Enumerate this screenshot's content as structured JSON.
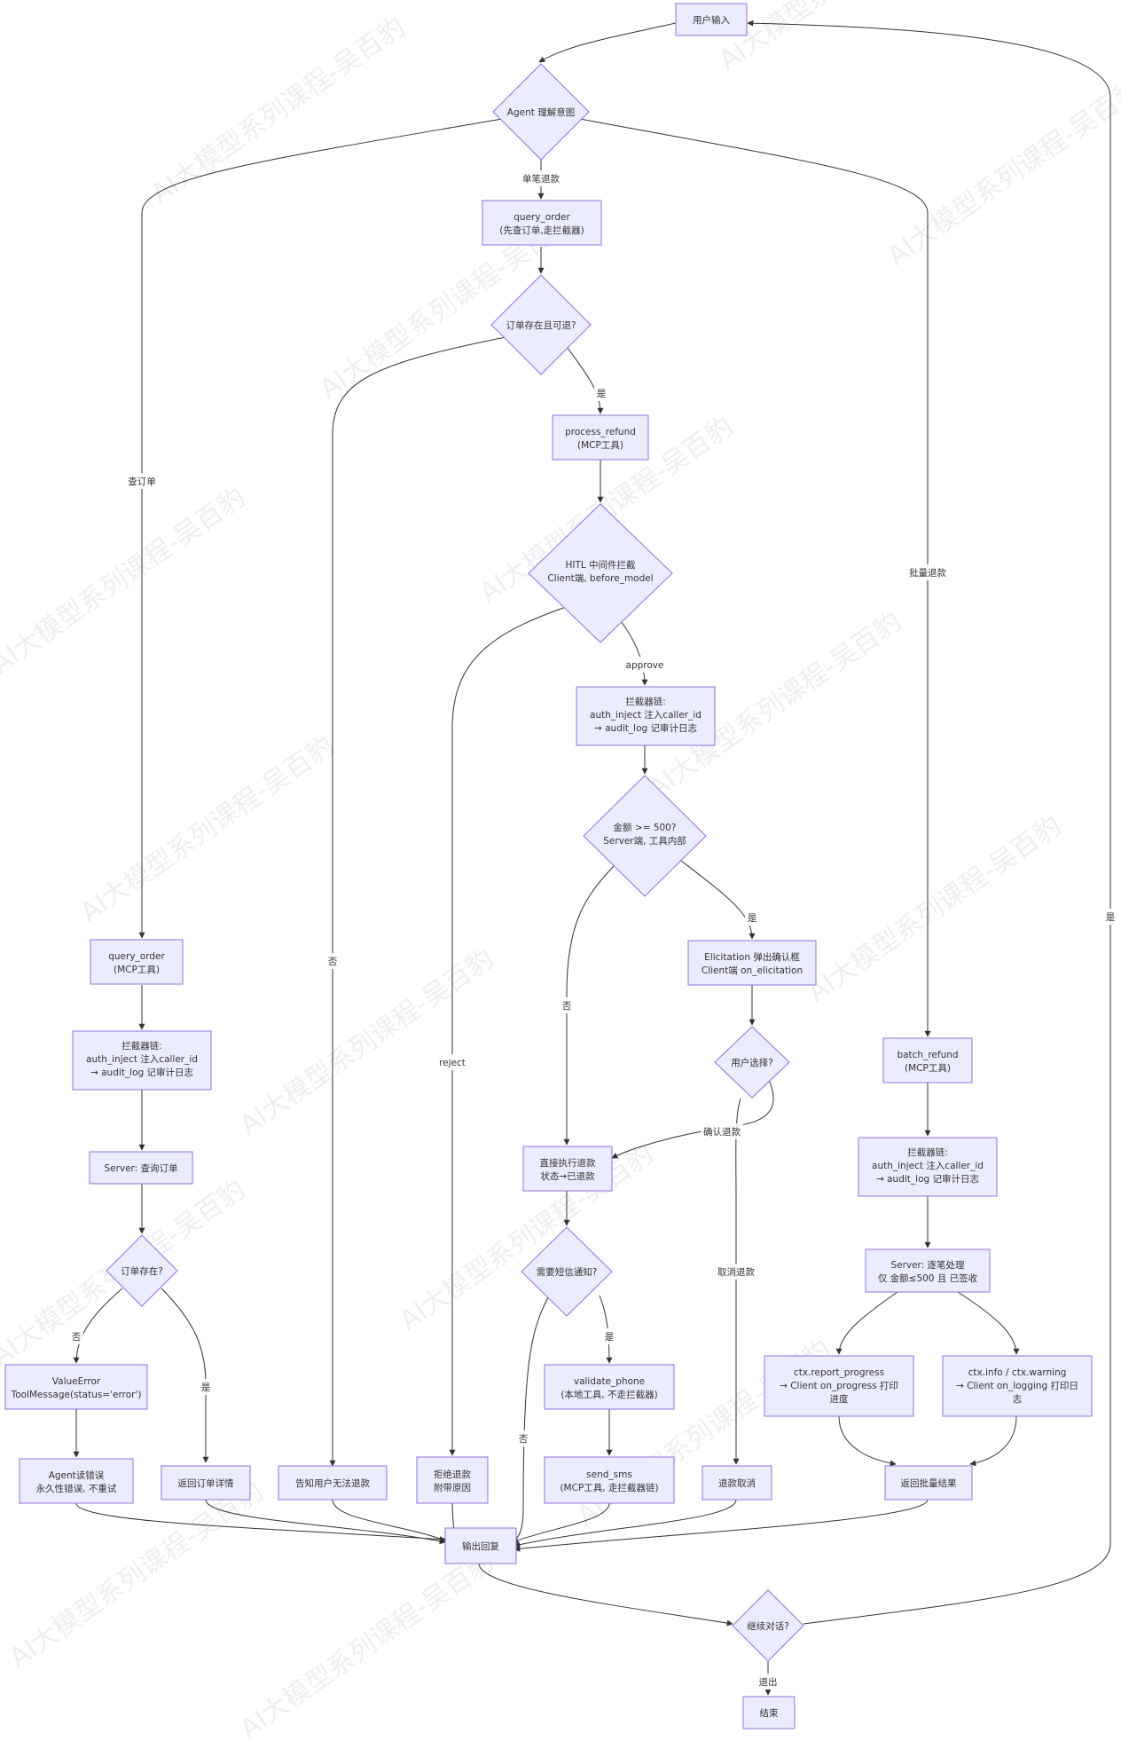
{
  "watermark": "AI大模型系列课程-吴百豹",
  "nodes": {
    "user_input": [
      "用户输入"
    ],
    "agent_intent": [
      "Agent 理解意图"
    ],
    "query_order_top": [
      "query_order",
      "(先查订单,走拦截器)"
    ],
    "order_refundable": [
      "订单存在且可退?"
    ],
    "process_refund": [
      "process_refund",
      "(MCP工具)"
    ],
    "hitl": [
      "HITL 中间件拦截",
      "Client端, before_model"
    ],
    "interceptor_refund": [
      "拦截器链:",
      "auth_inject 注入caller_id",
      "→ audit_log 记审计日志"
    ],
    "amount_check": [
      "金额 >= 500?",
      "Server端, 工具内部"
    ],
    "elicitation": [
      "Elicitation 弹出确认框",
      "Client端 on_elicitation"
    ],
    "user_choice": [
      "用户选择?"
    ],
    "direct_refund": [
      "直接执行退款",
      "状态→已退款"
    ],
    "need_sms": [
      "需要短信通知?"
    ],
    "validate_phone": [
      "validate_phone",
      "(本地工具, 不走拦截器)"
    ],
    "send_sms": [
      "send_sms",
      "(MCP工具, 走拦截器链)"
    ],
    "refund_cancelled": [
      "退款取消"
    ],
    "reject_refund": [
      "拒绝退款",
      "附带原因"
    ],
    "tell_user_no_refund": [
      "告知用户无法退款"
    ],
    "query_order_left": [
      "query_order",
      "(MCP工具)"
    ],
    "interceptor_query": [
      "拦截器链:",
      "auth_inject 注入caller_id",
      "→ audit_log 记审计日志"
    ],
    "server_query": [
      "Server: 查询订单"
    ],
    "order_exists": [
      "订单存在?"
    ],
    "value_error": [
      "ValueError",
      "ToolMessage(status='error')"
    ],
    "agent_read_error": [
      "Agent读错误",
      "永久性错误, 不重试"
    ],
    "return_order_detail": [
      "返回订单详情"
    ],
    "batch_refund": [
      "batch_refund",
      "(MCP工具)"
    ],
    "interceptor_batch": [
      "拦截器链:",
      "auth_inject 注入caller_id",
      "→ audit_log 记审计日志"
    ],
    "server_batch": [
      "Server: 逐笔处理",
      "仅 金额≤500 且 已签收"
    ],
    "ctx_progress": [
      "ctx.report_progress",
      "→ Client on_progress 打印",
      "进度"
    ],
    "ctx_info": [
      "ctx.info / ctx.warning",
      "→ Client on_logging 打印日",
      "志"
    ],
    "return_batch": [
      "返回批量结果"
    ],
    "output_reply": [
      "输出回复"
    ],
    "continue_chat": [
      "继续对话?"
    ],
    "end": [
      "结束"
    ]
  },
  "edge_labels": {
    "single_refund": "单笔退款",
    "check_order": "查订单",
    "batch_refund": "批量退款",
    "yes": "是",
    "no": "否",
    "approve": "approve",
    "reject": "reject",
    "confirm_refund": "确认退款",
    "cancel_refund": "取消退款",
    "exit": "退出"
  }
}
